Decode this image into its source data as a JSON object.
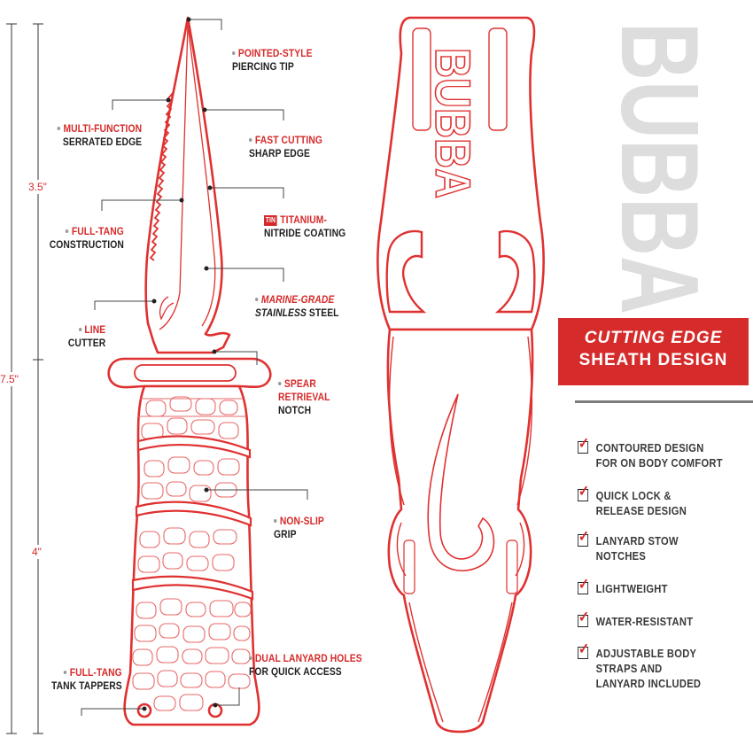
{
  "colors": {
    "accent": "#d62a2a",
    "line": "#e03131",
    "text": "#1e1e1e",
    "watermark": "#dddddd"
  },
  "dimensions": {
    "total": "7.5\"",
    "blade": "3.5\"",
    "handle": "4\""
  },
  "callouts": {
    "tip": {
      "red": "POINTED-STYLE",
      "black": "PIERCING TIP"
    },
    "serrated": {
      "red": "MULTI-FUNCTION",
      "black": "SERRATED EDGE"
    },
    "sharp": {
      "red": "FAST CUTTING",
      "black": "SHARP EDGE"
    },
    "tang": {
      "red": "FULL-TANG",
      "black": "CONSTRUCTION"
    },
    "coating": {
      "badge": "TIN",
      "red": "TITANIUM-",
      "black": "NITRIDE COATING"
    },
    "steel": {
      "red": "MARINE-GRADE",
      "black_a": "STAINLESS",
      "black_b": "STEEL"
    },
    "line": {
      "red": "LINE",
      "black": "CUTTER"
    },
    "spear": {
      "red_1": "SPEAR",
      "red_2": "RETRIEVAL",
      "black": "NOTCH"
    },
    "grip": {
      "red": "NON-SLIP",
      "black": "GRIP"
    },
    "tappers": {
      "red": "FULL-TANG",
      "black": "TANK TAPPERS"
    },
    "lanyard": {
      "red": "DUAL LANYARD HOLES",
      "black": "FOR QUICK ACCESS"
    }
  },
  "brand": {
    "sheath_logo": "BUBBA",
    "watermark": "BUBBA"
  },
  "banner": {
    "line1": "CUTTING EDGE",
    "line2": "SHEATH DESIGN"
  },
  "features": [
    {
      "line1": "CONTOURED DESIGN",
      "line2": "FOR ON BODY COMFORT",
      "line3": ""
    },
    {
      "line1": "QUICK LOCK &",
      "line2": "RELEASE DESIGN",
      "line3": ""
    },
    {
      "line1": "LANYARD STOW",
      "line2": "NOTCHES",
      "line3": ""
    },
    {
      "line1": "LIGHTWEIGHT",
      "line2": "",
      "line3": ""
    },
    {
      "line1": "WATER-RESISTANT",
      "line2": "",
      "line3": ""
    },
    {
      "line1": "ADJUSTABLE BODY",
      "line2": "STRAPS AND",
      "line3": "LANYARD INCLUDED"
    }
  ],
  "checkmark_glyph": "✓"
}
